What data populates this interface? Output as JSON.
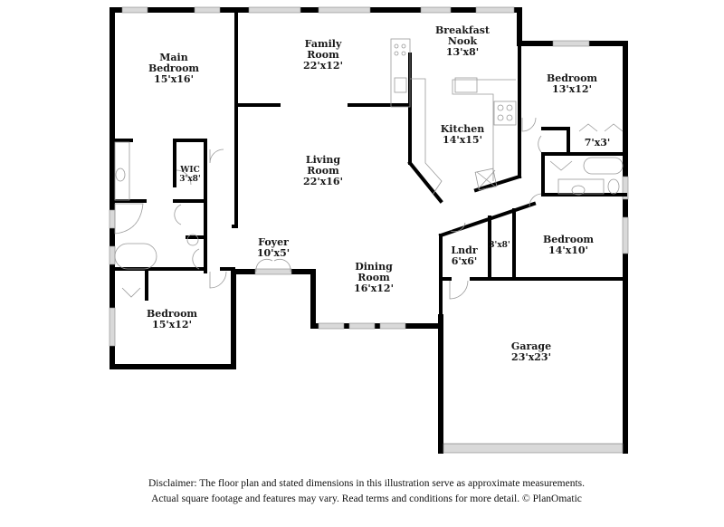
{
  "plan": {
    "rooms": [
      {
        "id": "main-bedroom",
        "name": "Main\nBedroom",
        "name_lines": [
          "Main",
          "Bedroom"
        ],
        "dimensions": "15'x16'"
      },
      {
        "id": "family-room",
        "name_lines": [
          "Family",
          "Room"
        ],
        "dimensions": "22'x12'"
      },
      {
        "id": "breakfast-nook",
        "name_lines": [
          "Breakfast",
          "Nook"
        ],
        "dimensions": "13'x8'"
      },
      {
        "id": "bedroom-ne",
        "name_lines": [
          "Bedroom"
        ],
        "dimensions": "13'x12'"
      },
      {
        "id": "closet-ne",
        "name_lines": [],
        "dimensions": "7'x3'"
      },
      {
        "id": "kitchen",
        "name_lines": [
          "Kitchen"
        ],
        "dimensions": "14'x15'"
      },
      {
        "id": "wic",
        "name_lines": [
          "WIC"
        ],
        "dimensions": "3'x8'"
      },
      {
        "id": "living-room",
        "name_lines": [
          "Living",
          "Room"
        ],
        "dimensions": "22'x16'"
      },
      {
        "id": "foyer",
        "name_lines": [
          "Foyer"
        ],
        "dimensions": "10'x5'"
      },
      {
        "id": "dining-room",
        "name_lines": [
          "Dining",
          "Room"
        ],
        "dimensions": "16'x12'"
      },
      {
        "id": "laundry",
        "name_lines": [
          "Lndr"
        ],
        "dimensions": "6'x6'"
      },
      {
        "id": "closet-e",
        "name_lines": [],
        "dimensions": "3'x8'"
      },
      {
        "id": "bedroom-e",
        "name_lines": [
          "Bedroom"
        ],
        "dimensions": "14'x10'"
      },
      {
        "id": "bedroom-sw",
        "name_lines": [
          "Bedroom"
        ],
        "dimensions": "15'x12'"
      },
      {
        "id": "garage",
        "name_lines": [
          "Garage"
        ],
        "dimensions": "23'x23'"
      }
    ]
  },
  "disclaimer": {
    "line1": "Disclaimer: The floor plan and stated dimensions in this illustration serve as approximate measurements.",
    "line2": "Actual square footage and features may vary. Read terms and conditions for more detail. © PlanOmatic"
  }
}
